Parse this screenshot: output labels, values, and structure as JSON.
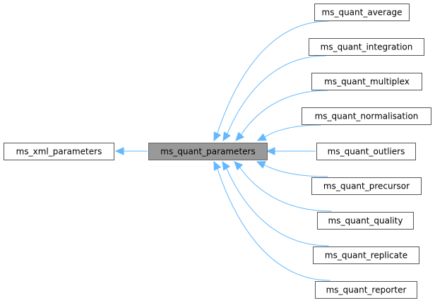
{
  "diagram": {
    "focus": {
      "id": "ms_quant_parameters",
      "label": "ms_quant_parameters"
    },
    "base": {
      "id": "ms_xml_parameters",
      "label": "ms_xml_parameters"
    },
    "derived": [
      {
        "id": "ms_quant_average",
        "label": "ms_quant_average"
      },
      {
        "id": "ms_quant_integration",
        "label": "ms_quant_integration"
      },
      {
        "id": "ms_quant_multiplex",
        "label": "ms_quant_multiplex"
      },
      {
        "id": "ms_quant_normalisation",
        "label": "ms_quant_normalisation"
      },
      {
        "id": "ms_quant_outliers",
        "label": "ms_quant_outliers"
      },
      {
        "id": "ms_quant_precursor",
        "label": "ms_quant_precursor"
      },
      {
        "id": "ms_quant_quality",
        "label": "ms_quant_quality"
      },
      {
        "id": "ms_quant_replicate",
        "label": "ms_quant_replicate"
      },
      {
        "id": "ms_quant_reporter",
        "label": "ms_quant_reporter"
      }
    ],
    "colors": {
      "edge": "#63b8ff",
      "focus_fill": "#999999",
      "node_fill": "#ffffff",
      "node_border": "#555555"
    }
  }
}
